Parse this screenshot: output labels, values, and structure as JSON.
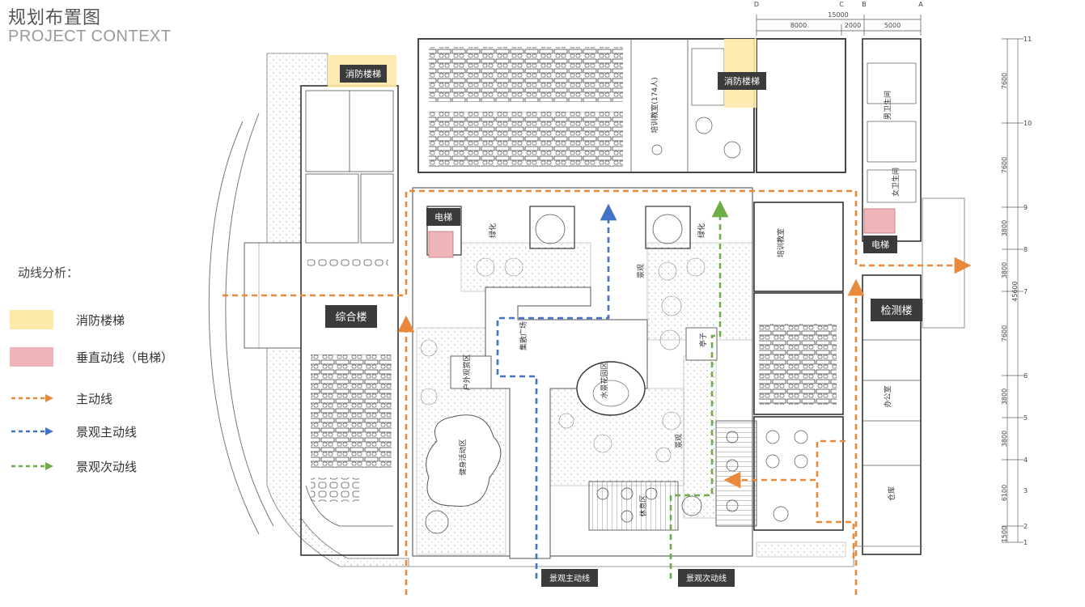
{
  "header": {
    "title_cn": "规划布置图",
    "title_en": "PROJECT CONTEXT"
  },
  "legend": {
    "heading": "动线分析：",
    "items": [
      {
        "label": "消防楼梯",
        "kind": "swatch",
        "color": "#fde9a8"
      },
      {
        "label": "垂直动线（电梯）",
        "kind": "swatch",
        "color": "#eeb4b8"
      },
      {
        "label": "主动线",
        "kind": "arrow",
        "color": "#e9893a"
      },
      {
        "label": "景观主动线",
        "kind": "arrow",
        "color": "#4472c4"
      },
      {
        "label": "景观次动线",
        "kind": "arrow",
        "color": "#70ad47"
      }
    ]
  },
  "plan": {
    "labels": {
      "fire_stair_1": "消防楼梯",
      "fire_stair_2": "消防楼梯",
      "elevator_1": "电梯",
      "elevator_2": "电梯",
      "building_1": "综合楼",
      "building_2": "检测楼",
      "entry_main": "景观主动线",
      "entry_secondary": "景观次动线"
    },
    "dimensions": {
      "top_total": "15000",
      "top_a": "8000",
      "top_b": "2000",
      "top_c": "5000",
      "right": [
        "7600",
        "7600",
        "3800",
        "3800",
        "7600",
        "3800",
        "3800",
        "6100",
        "1500"
      ],
      "right_total": "45600"
    },
    "grid_cols": [
      "D",
      "C",
      "B",
      "A"
    ],
    "grid_rows": [
      "11",
      "10",
      "9",
      "8",
      "7",
      "6",
      "5",
      "4",
      "3",
      "2",
      "1"
    ],
    "zones": {
      "water": "水景花园区",
      "plaza": "集散广场",
      "fitness": "健身活动区",
      "outdoor": "户外观赏区",
      "rest": "休息区",
      "pavilion": "亭子",
      "landscape_a": "景观",
      "landscape_b": "景观",
      "garden_a": "绿化",
      "garden_b": "绿化",
      "lecture": "培训教室",
      "classroom": "培训教室(174人)",
      "office": "办公室",
      "toilet_m": "男卫生间",
      "toilet_f": "女卫生间",
      "store": "仓库"
    },
    "colors": {
      "orange": "#e9893a",
      "blue": "#4472c4",
      "green": "#70ad47",
      "fire": "#fde9a8",
      "elevator": "#eeb4b8",
      "tag_bg": "#3b3b3b"
    }
  }
}
